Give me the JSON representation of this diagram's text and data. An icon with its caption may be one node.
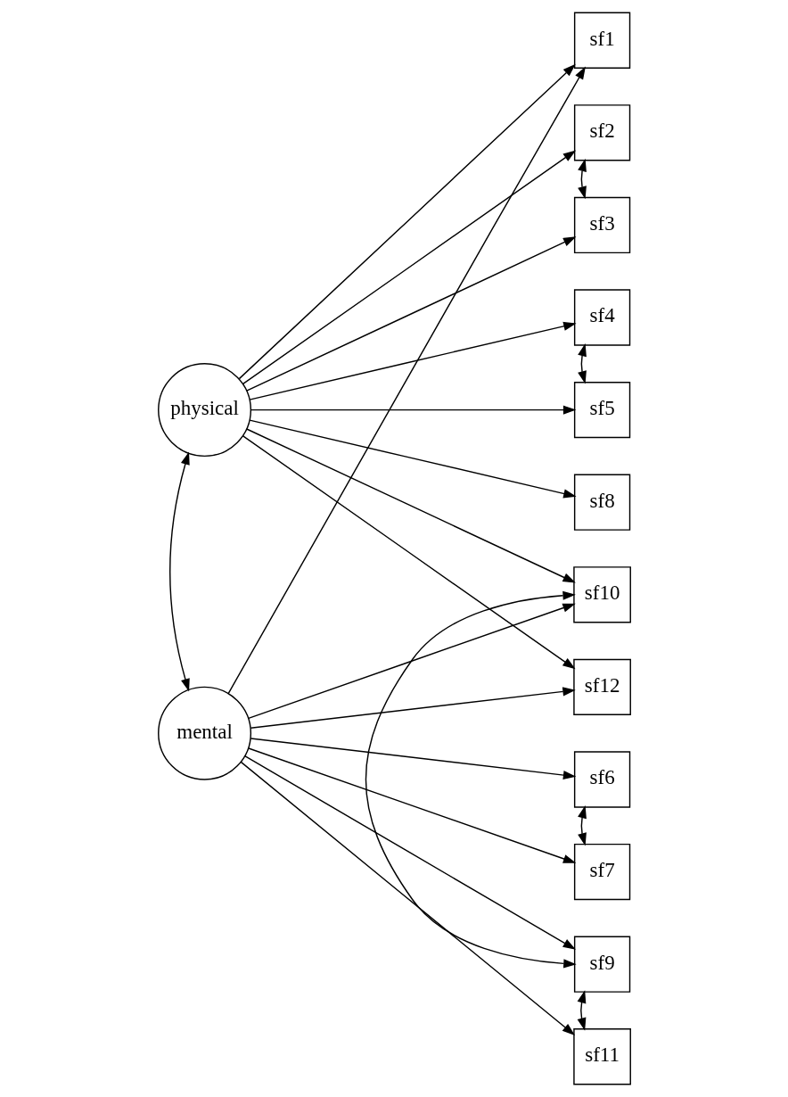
{
  "diagram": {
    "nodes": [
      {
        "text": [
          "physical"
        ]
      },
      {
        "text": [
          "mental"
        ]
      },
      {
        "text": [
          "sf1"
        ]
      },
      {
        "text": [
          "sf2"
        ]
      },
      {
        "text": [
          "sf3"
        ]
      },
      {
        "text": [
          "sf4"
        ]
      },
      {
        "text": [
          "sf5"
        ]
      },
      {
        "text": [
          "sf8"
        ]
      },
      {
        "text": [
          "sf10"
        ]
      },
      {
        "text": [
          "sf12"
        ]
      },
      {
        "text": [
          "sf6"
        ]
      },
      {
        "text": [
          "sf7"
        ]
      },
      {
        "text": [
          "sf9"
        ]
      },
      {
        "text": [
          "sf11"
        ]
      }
    ],
    "edges": [
      {
        "from": 0,
        "to": 2,
        "arrow": "to"
      },
      {
        "from": 0,
        "to": 3,
        "arrow": "to"
      },
      {
        "from": 0,
        "to": 4,
        "arrow": "to"
      },
      {
        "from": 0,
        "to": 5,
        "arrow": "to"
      },
      {
        "from": 0,
        "to": 6,
        "arrow": "to"
      },
      {
        "from": 0,
        "to": 7,
        "arrow": "to"
      },
      {
        "from": 0,
        "to": 8,
        "arrow": "to"
      },
      {
        "from": 0,
        "to": 9,
        "arrow": "to"
      },
      {
        "from": 1,
        "to": 2,
        "arrow": "to"
      },
      {
        "from": 1,
        "to": 8,
        "arrow": "to"
      },
      {
        "from": 1,
        "to": 9,
        "arrow": "to"
      },
      {
        "from": 1,
        "to": 10,
        "arrow": "to"
      },
      {
        "from": 1,
        "to": 11,
        "arrow": "to"
      },
      {
        "from": 1,
        "to": 12,
        "arrow": "to"
      },
      {
        "from": 1,
        "to": 13,
        "arrow": "to"
      },
      {
        "from": 0,
        "to": 1,
        "arrow": "both"
      },
      {
        "from": 3,
        "to": 4,
        "arrow": "both"
      },
      {
        "from": 5,
        "to": 6,
        "arrow": "both"
      },
      {
        "from": 8,
        "to": 12,
        "arrow": "both"
      },
      {
        "from": 10,
        "to": 11,
        "arrow": "both"
      },
      {
        "from": 12,
        "to": 13,
        "arrow": "both"
      }
    ]
  }
}
